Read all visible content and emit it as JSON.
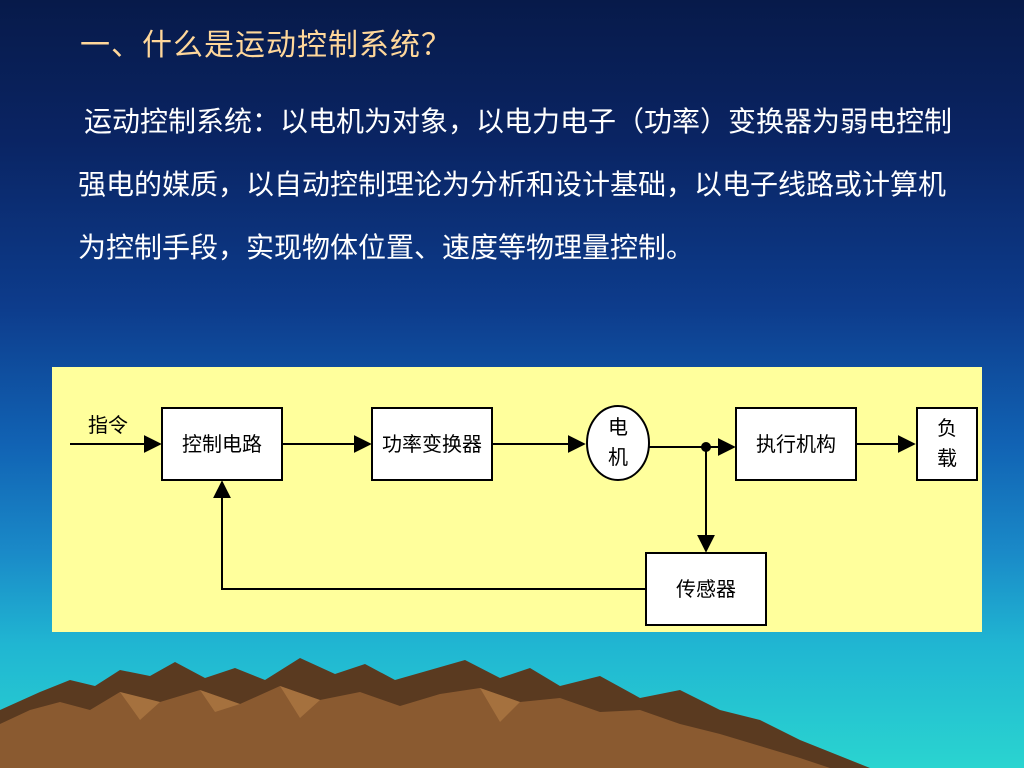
{
  "slide": {
    "title": "一、什么是运动控制系统？",
    "paragraph": "运动控制系统：以电机为对象，以电力电子（功率）变换器为弱电控制强电的媒质，以自动控制理论为分析和设计基础，以电子线路或计算机为控制手段，实现物体位置、速度等物理量控制。"
  },
  "diagram": {
    "input_label": "指令",
    "blocks": {
      "controller": "控制电路",
      "converter": "功率变换器",
      "motor_line1": "电",
      "motor_line2": "机",
      "actuator": "执行机构",
      "load_line1": "负",
      "load_line2": "载",
      "sensor": "传感器"
    }
  },
  "colors": {
    "title": "#ffd79a",
    "text": "#ffffff",
    "panel": "#ffff9c",
    "mountain": "#7a4e2a"
  }
}
